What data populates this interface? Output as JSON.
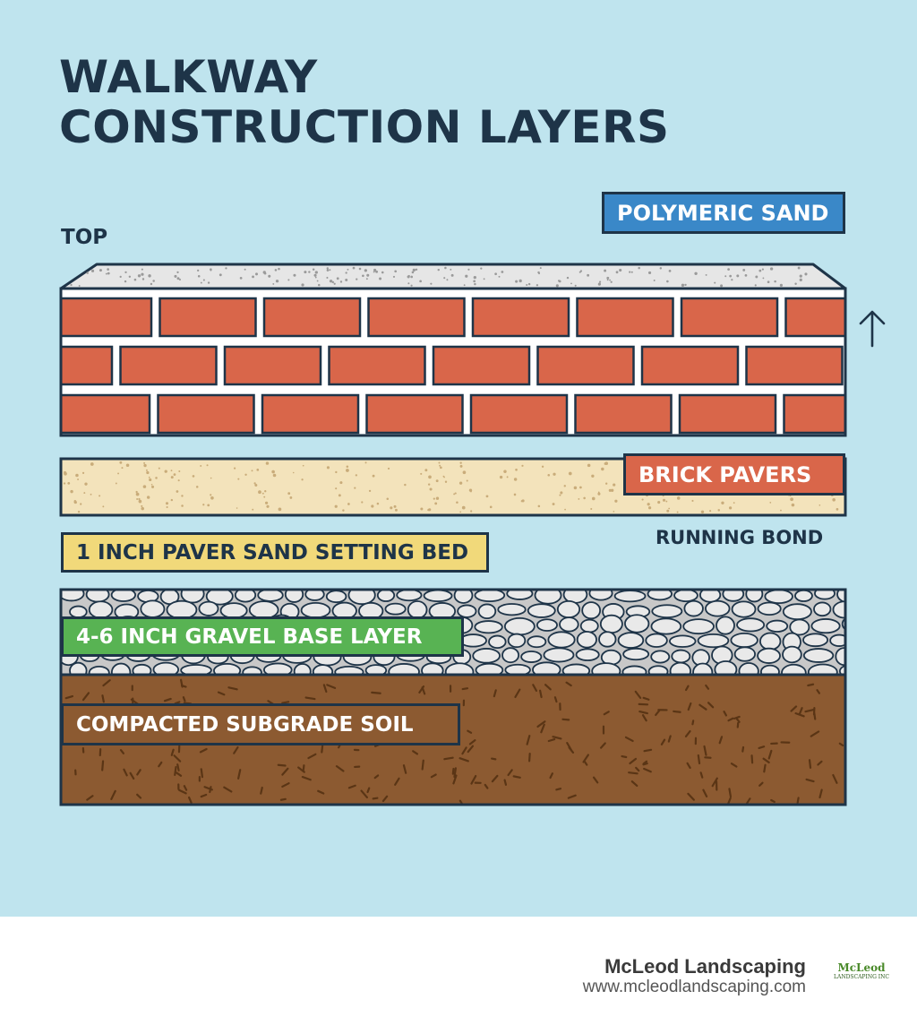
{
  "title": {
    "line1": "WALKWAY",
    "line2": "CONSTRUCTION LAYERS"
  },
  "labels": {
    "top": "TOP",
    "polymeric_sand": "POLYMERIC SAND",
    "brick_pavers": "BRICK PAVERS",
    "running_bond": "RUNNING BOND",
    "sand_bed": "1 INCH PAVER SAND SETTING BED",
    "gravel": "4-6 INCH GRAVEL BASE LAYER",
    "soil": "COMPACTED SUBGRADE SOIL"
  },
  "footer": {
    "company": "McLeod Landscaping",
    "url": "www.mcleodlandscaping.com"
  },
  "logo": {
    "main": "McLeod",
    "sub": "LANDSCAPING INC"
  },
  "colors": {
    "background": "#bfe4ee",
    "ink": "#1e3448",
    "brick": "#d9664a",
    "mortar": "#ffffff",
    "sand_bed": "#f3e3bb",
    "polymeric_sand": "#e6e6e6",
    "gravel": "#c8c8c8",
    "soil": "#8c5a31",
    "tag_polymeric": "#3a88c8",
    "tag_sand": "#f1d97a",
    "tag_gravel": "#58b353"
  },
  "icons": {
    "direction": "arrow-up-icon"
  }
}
